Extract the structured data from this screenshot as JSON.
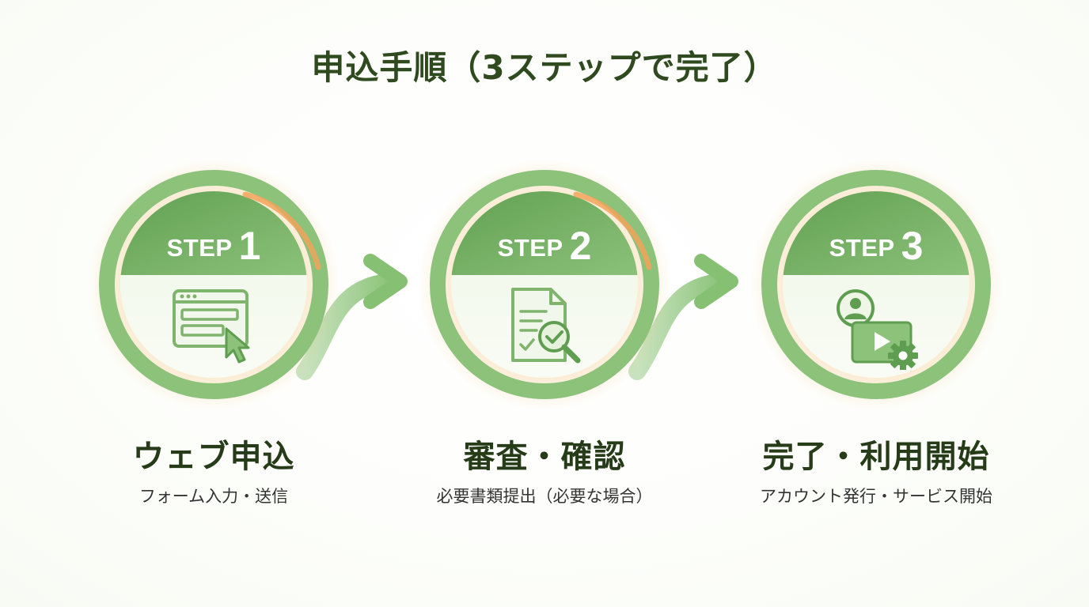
{
  "title": "申込手順（3ステップで完了）",
  "colors": {
    "accent_green": "#8cc27a",
    "dark_green": "#5a9a4a",
    "glow_orange": "#f2a35a",
    "title_text": "#2e4a1e"
  },
  "steps": [
    {
      "step_word": "STEP",
      "step_number": "1",
      "icon": "web-form-cursor-icon",
      "title": "ウェブ申込",
      "description": "フォーム入力・送信"
    },
    {
      "step_word": "STEP",
      "step_number": "2",
      "icon": "document-review-magnifier-icon",
      "title": "審査・確認",
      "description": "必要書類提出（必要な場合）"
    },
    {
      "step_word": "STEP",
      "step_number": "3",
      "icon": "account-video-gear-icon",
      "title": "完了・利用開始",
      "description": "アカウント発行・サービス開始"
    }
  ]
}
